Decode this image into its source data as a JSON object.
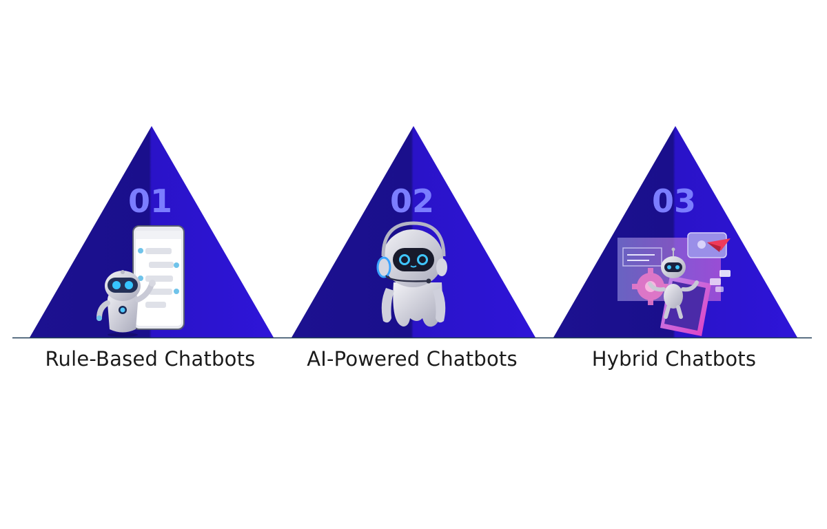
{
  "colors": {
    "triangle_dark": "#1a1090",
    "triangle_light": "#2e14d6",
    "number": "#7b7dff",
    "baseline": "#1f3c56",
    "caption": "#1b1b1b"
  },
  "cards": [
    {
      "number": "01",
      "label": "Rule-Based Chatbots",
      "illustration": "robot-with-phone-chat-icon"
    },
    {
      "number": "02",
      "label": "AI-Powered Chatbots",
      "illustration": "robot-with-headset-icon"
    },
    {
      "number": "03",
      "label": "Hybrid Chatbots",
      "illustration": "robot-on-smartphone-with-gears-icon"
    }
  ]
}
